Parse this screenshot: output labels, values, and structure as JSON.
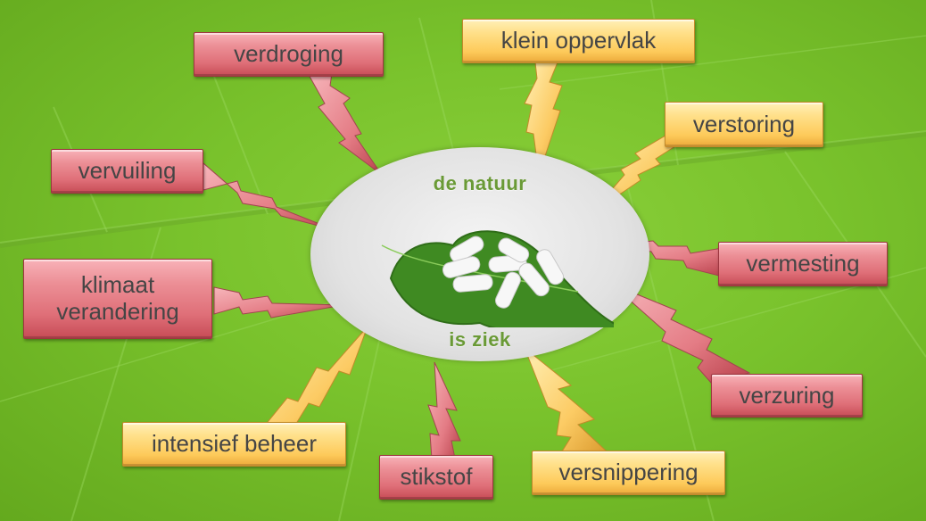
{
  "center": {
    "title_top": "de natuur",
    "title_bottom": "is ziek",
    "image": "leaf-with-pills"
  },
  "colors": {
    "background_green": "#79c22c",
    "red_label": "#df6f78",
    "yellow_label": "#fdca5a",
    "center_text": "#6a9a36",
    "label_text": "#454545"
  },
  "causes": [
    {
      "id": "verdroging",
      "label": "verdroging",
      "color": "red"
    },
    {
      "id": "klein-oppervlak",
      "label": "klein oppervlak",
      "color": "yellow"
    },
    {
      "id": "verstoring",
      "label": "verstoring",
      "color": "yellow"
    },
    {
      "id": "vervuiling",
      "label": "vervuiling",
      "color": "red"
    },
    {
      "id": "vermesting",
      "label": "vermesting",
      "color": "red"
    },
    {
      "id": "klimaat-verandering",
      "label": "klimaat verandering",
      "line1": "klimaat",
      "line2": "verandering",
      "color": "red"
    },
    {
      "id": "verzuring",
      "label": "verzuring",
      "color": "red"
    },
    {
      "id": "intensief-beheer",
      "label": "intensief beheer",
      "color": "yellow"
    },
    {
      "id": "stikstof",
      "label": "stikstof",
      "color": "red"
    },
    {
      "id": "versnippering",
      "label": "versnippering",
      "color": "yellow"
    }
  ]
}
